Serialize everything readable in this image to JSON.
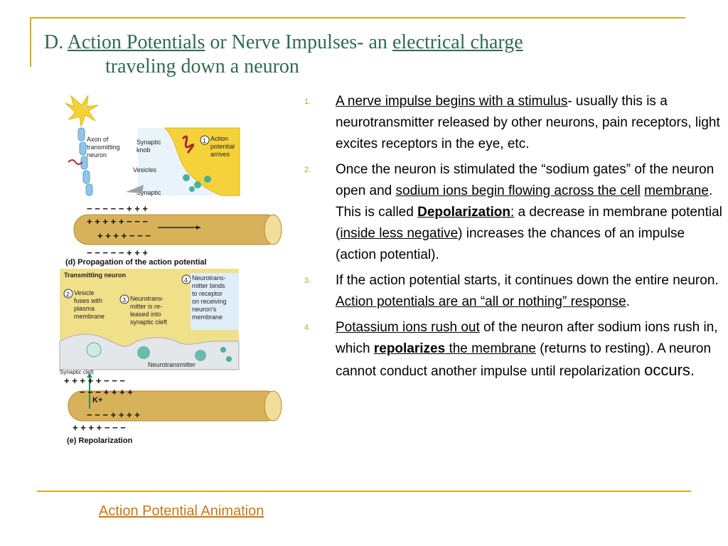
{
  "slide": {
    "title": {
      "prefix": "D. ",
      "link1": "Action Potentials",
      "mid": " or Nerve Impulses- an ",
      "link2": "electrical charge",
      "line2": "traveling down a neuron"
    },
    "bullets": [
      {
        "num": "1.",
        "a_u": "A nerve impulse begins with a stimulus",
        "a": "- usually this is a  neurotransmitter released by other neurons, pain receptors, light excites receptors in the eye, etc."
      },
      {
        "num": "2.",
        "a": "Once the neuron is stimulated the “sodium gates” of the  neuron open and ",
        "b_u": "sodium ions begin flowing across the cell",
        "c": " ",
        "d_u": "membrane",
        "e": ". This is called ",
        "f_bu": "Depolarization",
        "g_u": ":",
        "h": "  a decrease in membrane potential (",
        "i_u": "inside less negative",
        "j": ") increases the chances of an impulse (action potential)."
      },
      {
        "num": "3.",
        "a": "If the action potential starts, it continues down the entire neuron.  ",
        "b_u": "Action potentials are an “all or nothing” response",
        "c": "."
      },
      {
        "num": "4.",
        "a_u": "Potassium ions rush out",
        "b": " of the neuron after sodium ions rush in, which ",
        "c_bu": "repolarizes",
        "d_u": " the membrane",
        "e": " (returns to resting).  A neuron cannot conduct another impulse until repolarization ",
        "f_big": "occurs."
      }
    ],
    "footer_link": "Action Potential Animation"
  },
  "figure": {
    "labels": {
      "axon": [
        "Axon of",
        "transmitting",
        "neuron"
      ],
      "synaptic_knob": [
        "Synaptic",
        "knob"
      ],
      "vesicles": "Vesicles",
      "synaptic": "Synaptic",
      "step1": [
        "Action",
        "potential",
        "arrives"
      ],
      "propagation": "(d) Propagation of the action potential",
      "transmitting_neuron": "Transmitting neuron",
      "step2": [
        "Vesicle",
        "fuses with",
        "plasma",
        "membrane"
      ],
      "step3": [
        "Neurotrans-",
        "mitter is re-",
        "leased into",
        "synaptic cleft"
      ],
      "step4": [
        "Neurotrans-",
        "mitter binds",
        "to receptor",
        "on receiving",
        "neuron's",
        "membrane"
      ],
      "neurotransmitter": "Neurotransmitter",
      "synaptic_cleft": "Synaptic cleft",
      "k": "K+",
      "repolarization": "(e) Repolarization"
    }
  },
  "colors": {
    "rule": "#e0a81c",
    "title": "#2f6b4f",
    "link": "#c8780f"
  }
}
